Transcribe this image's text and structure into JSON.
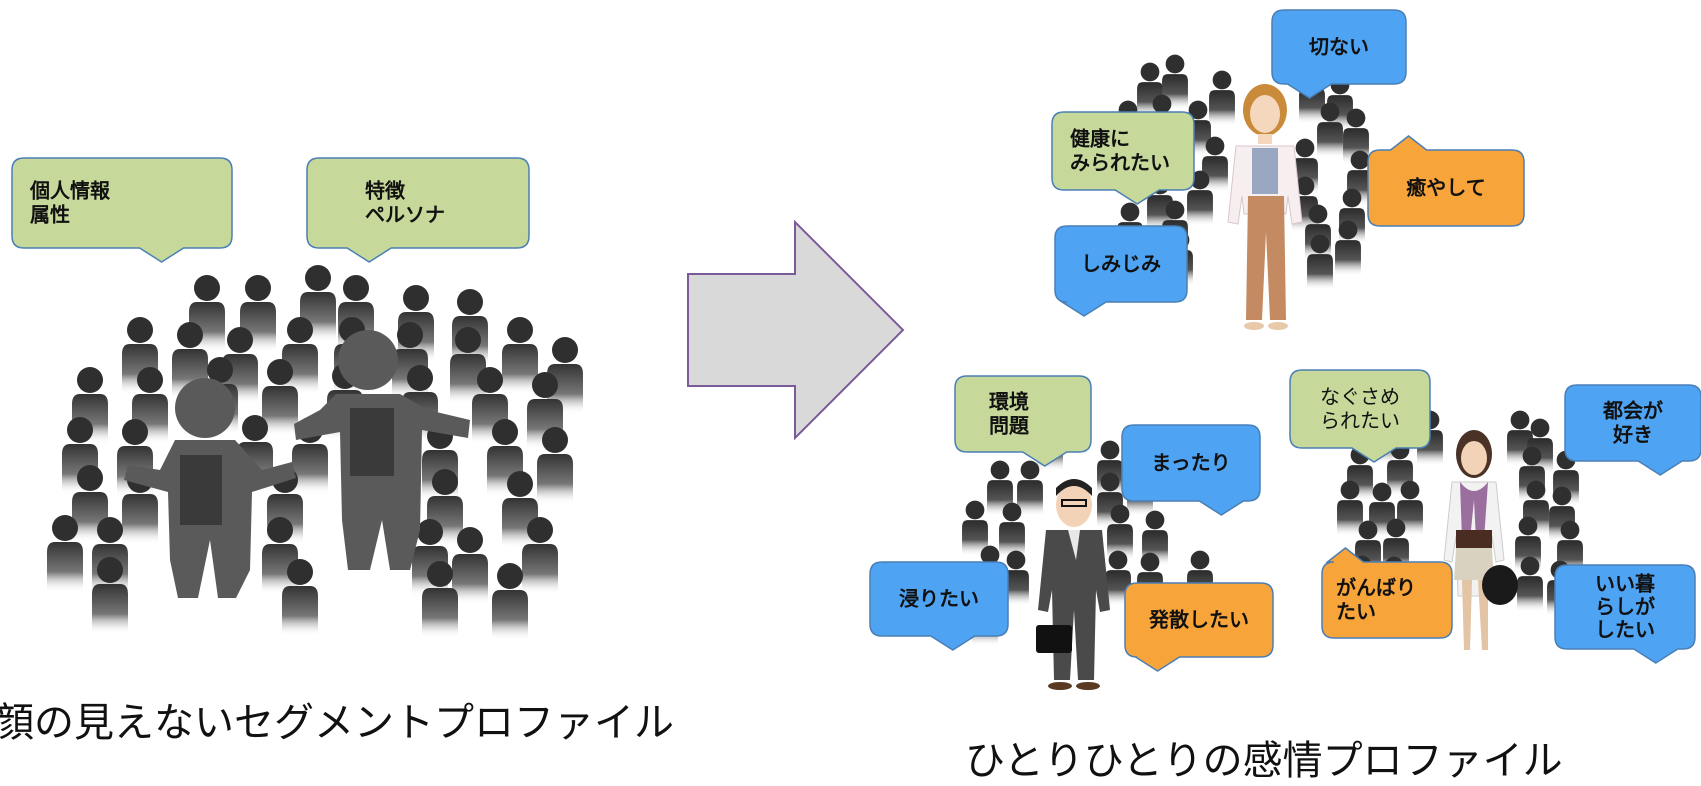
{
  "colors": {
    "green": "#c6d99b",
    "blue": "#4ea3f3",
    "orange": "#f7a43a",
    "bubble_stroke": "#4a7fb5",
    "arrow_fill": "#d9d9d9",
    "arrow_stroke": "#7a5b98",
    "silhouette": "#3f3f3f",
    "highlight_figure": "#5e5e5e"
  },
  "left_group": {
    "bubbles": [
      {
        "id": "personal-info",
        "lines": [
          "個人情報",
          "属性"
        ]
      },
      {
        "id": "features",
        "lines": [
          "特徴",
          "ペルソナ"
        ]
      }
    ],
    "caption": "顔の見えないセグメントプロファイル"
  },
  "arrow": {
    "icon": "right-arrow-icon"
  },
  "right_group": {
    "woman_cluster": {
      "bubbles": [
        {
          "id": "setsunai",
          "lines": [
            "切ない"
          ],
          "color": "blue"
        },
        {
          "id": "kenkou",
          "lines": [
            "健康に",
            "みられたい"
          ],
          "color": "green"
        },
        {
          "id": "iyashite",
          "lines": [
            "癒やして"
          ],
          "color": "orange"
        },
        {
          "id": "shimijimi",
          "lines": [
            "しみじみ"
          ],
          "color": "blue"
        }
      ]
    },
    "man_cluster": {
      "bubbles": [
        {
          "id": "kankyou",
          "lines": [
            "環境",
            "問題"
          ],
          "color": "green"
        },
        {
          "id": "mattari",
          "lines": [
            "まったり"
          ],
          "color": "blue"
        },
        {
          "id": "hitaritai",
          "lines": [
            "浸りたい"
          ],
          "color": "blue"
        },
        {
          "id": "hassan",
          "lines": [
            "発散したい"
          ],
          "color": "orange"
        }
      ]
    },
    "lady_cluster": {
      "bubbles": [
        {
          "id": "nagusame",
          "lines": [
            "なぐさめ",
            "られたい"
          ],
          "color": "green"
        },
        {
          "id": "tokai",
          "lines": [
            "都会が",
            "好き"
          ],
          "color": "blue"
        },
        {
          "id": "ganbari",
          "lines": [
            "がんばり",
            "たい"
          ],
          "color": "orange"
        },
        {
          "id": "iikurashi",
          "lines": [
            "いい暮",
            "らしが",
            "したい"
          ],
          "color": "blue"
        }
      ]
    },
    "caption": "ひとりひとりの感情プロファイル"
  }
}
